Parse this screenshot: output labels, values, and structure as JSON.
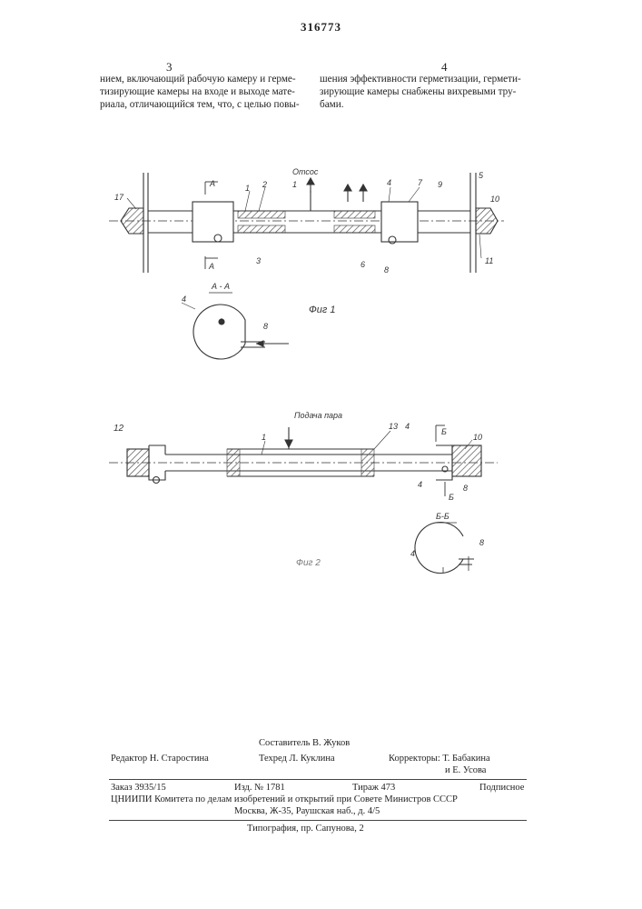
{
  "patent_number": "316773",
  "column_numbers": {
    "left": "3",
    "right": "4"
  },
  "left_column_lines": [
    "нием, включающий рабочую камеру и герме-",
    "тизирующие камеры на входе и выходе мате-",
    "риала, отличающийся тем, что, с целью повы-"
  ],
  "right_column_lines": [
    "шения эффективности герметизации, гермети-",
    "зирующие камеры снабжены вихревыми тру-",
    "бами."
  ],
  "figure1": {
    "caption": "Фиг 1",
    "label_exhaust": "Отсос",
    "section_title": "А - А",
    "section_mark": "А",
    "part_labels": [
      "17",
      "1",
      "2",
      "1",
      "4",
      "7",
      "9",
      "5",
      "10",
      "3",
      "6",
      "8",
      "11"
    ],
    "section_labels": [
      "4",
      "8"
    ]
  },
  "figure2": {
    "caption": "Фиг 2",
    "label_steam": "Подача пара",
    "section_title": "Б-Б",
    "section_mark": "Б",
    "part_labels": [
      "12",
      "1",
      "13",
      "4",
      "10",
      "4",
      "8"
    ],
    "section_labels": [
      "4",
      "8"
    ]
  },
  "footer": {
    "compiler": "Составитель В. Жуков",
    "editor": "Редактор Н. Старостина",
    "techred": "Техред Л. Куклина",
    "correctors_label": "Корректоры: Т. Бабакина",
    "corrector2": "и Е. Усова",
    "order": "Заказ 3935/15",
    "edition": "Изд. № 1781",
    "print_run": "Тираж 473",
    "subscription": "Подписное",
    "institute_line": "ЦНИИПИ Комитета по делам изобретений и открытий при Совете Министров СССР",
    "address_line": "Москва, Ж-35, Раушская наб., д. 4/5",
    "typography": "Типография, пр. Сапунова, 2"
  }
}
